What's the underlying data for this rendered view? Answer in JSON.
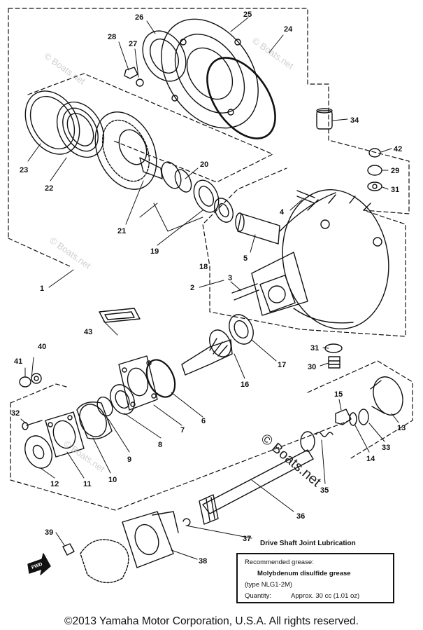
{
  "diagram": {
    "callouts": {
      "n1": "1",
      "n2": "2",
      "n3": "3",
      "n4": "4",
      "n5": "5",
      "n6": "6",
      "n7": "7",
      "n8": "8",
      "n9": "9",
      "n10": "10",
      "n11": "11",
      "n12": "12",
      "n13": "13",
      "n14": "14",
      "n15": "15",
      "n16": "16",
      "n17": "17",
      "n18": "18",
      "n19": "19",
      "n20": "20",
      "n21": "21",
      "n22": "22",
      "n23": "23",
      "n24": "24",
      "n25": "25",
      "n26": "26",
      "n27": "27",
      "n28": "28",
      "n29": "29",
      "n30": "30",
      "n31a": "31",
      "n31b": "31",
      "n32": "32",
      "n33": "33",
      "n34": "34",
      "n35": "35",
      "n36": "36",
      "n37": "37",
      "n38": "38",
      "n39": "39",
      "n40": "40",
      "n41": "41",
      "n42": "42",
      "n43": "43"
    },
    "front_marker": "FWD",
    "watermark": "© Boats.net",
    "watermark_large": "© Boats.net"
  },
  "lubrication": {
    "title": "Drive Shaft Joint Lubrication",
    "recommended_label": "Recommended grease:",
    "grease_name": "Molybdenum disulfide grease",
    "grease_type": "(type NLG1-2M)",
    "quantity_label": "Quantity:",
    "quantity_value": "Approx. 30 cc (1.01 oz)"
  },
  "footer": {
    "copyright": "©2013 Yamaha Motor Corporation, U.S.A. All rights reserved."
  }
}
